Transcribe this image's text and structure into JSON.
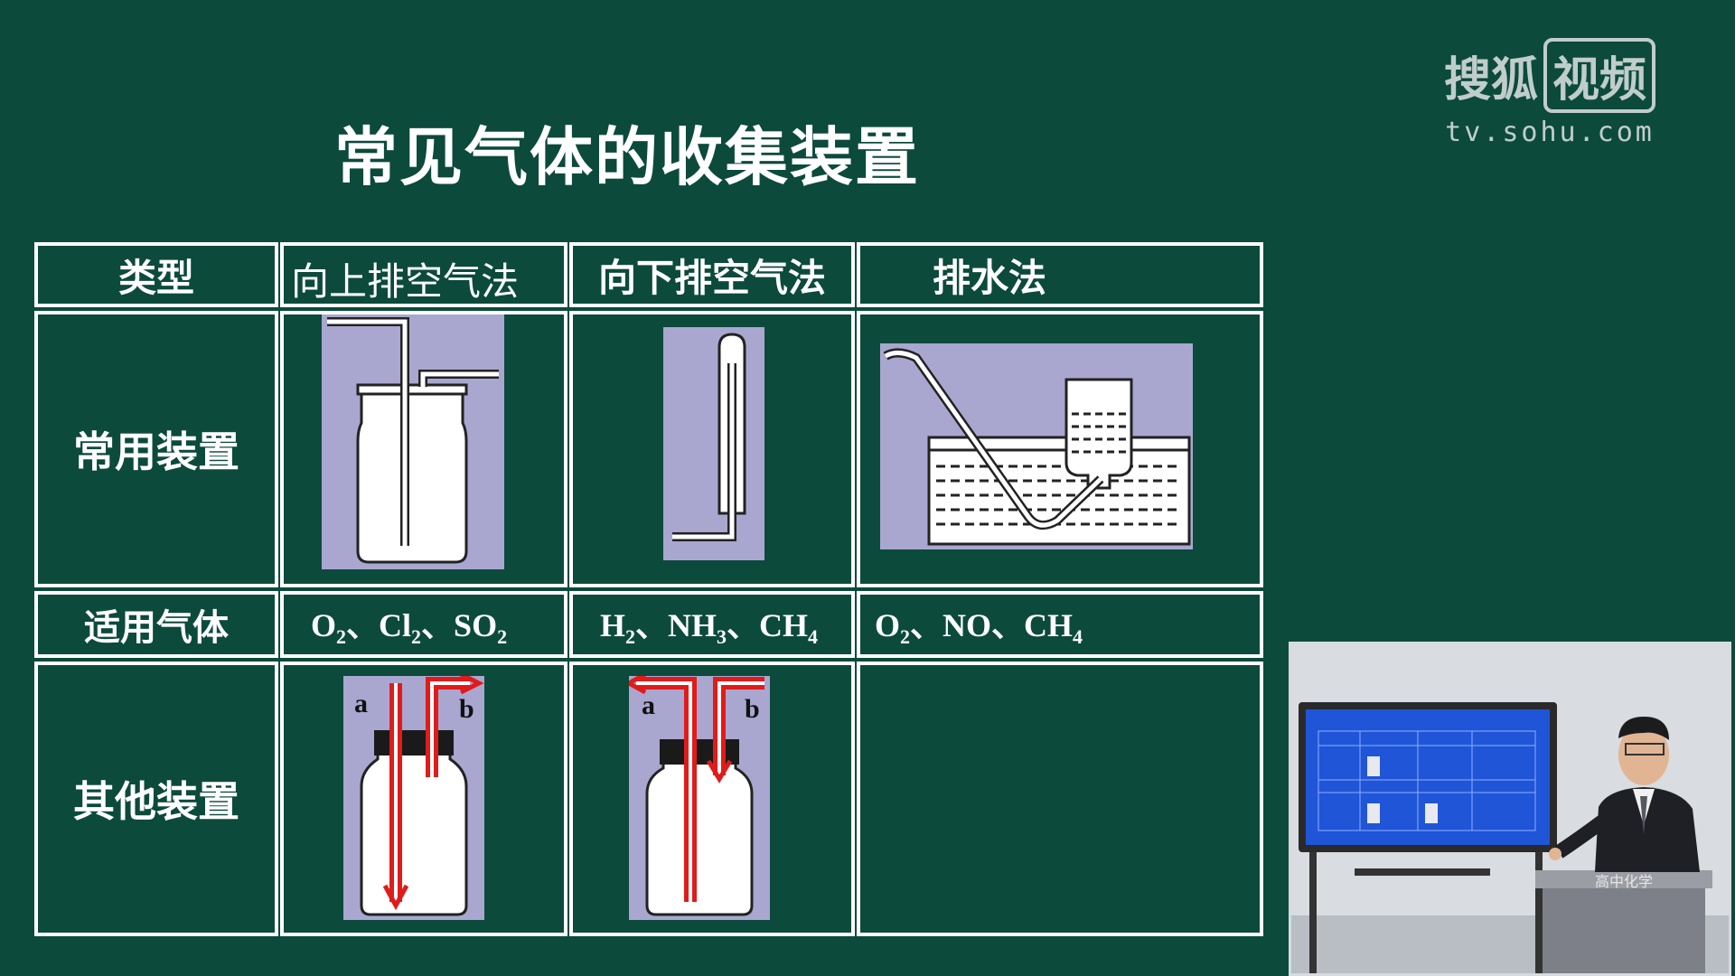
{
  "title": "常见气体的收集装置",
  "watermark": {
    "brand_part1": "搜狐",
    "brand_part2": "视频",
    "url": "tv.sohu.com"
  },
  "table": {
    "headers": [
      "类型",
      "向上排空气法",
      "向下排空气法",
      "排水法"
    ],
    "row_labels": {
      "apparatus": "常用装置",
      "gases": "适用气体",
      "other": "其他装置"
    },
    "gases": {
      "upward": [
        {
          "el": "O",
          "sub": "2"
        },
        {
          "el": "Cl",
          "sub": "2"
        },
        {
          "el": "SO",
          "sub": "2"
        }
      ],
      "downward": [
        {
          "el": "H",
          "sub": "2"
        },
        {
          "el": "NH",
          "sub": "3"
        },
        {
          "el": "CH",
          "sub": "4"
        }
      ],
      "water": [
        {
          "el": "O",
          "sub": "2"
        },
        {
          "el": "NO",
          "sub": ""
        },
        {
          "el": "CH",
          "sub": "4"
        }
      ]
    },
    "other_labels": {
      "upward_a": "a",
      "upward_b": "b",
      "downward_a": "a",
      "downward_b": "b"
    }
  },
  "colors": {
    "background": "#0c4a3c",
    "lines": "#ffffff",
    "diagram_bg": "#a9a7cf",
    "arrow": "#e01b1b"
  },
  "inset": {
    "podium_text": "高中化学"
  }
}
